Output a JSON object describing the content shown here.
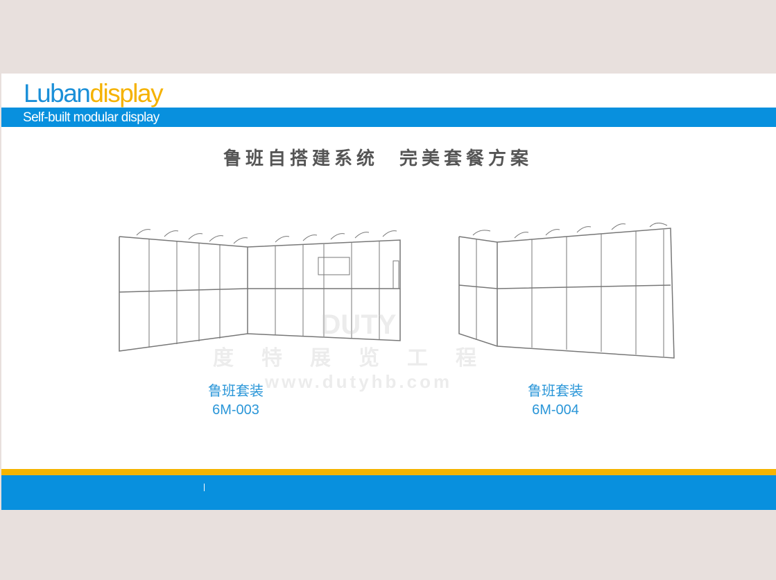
{
  "header": {
    "logo_part1": "Luban",
    "logo_part2": "display",
    "tagline": "Self-built modular display"
  },
  "title": {
    "part1": "鲁班自搭建系统",
    "part2": "完美套餐方案"
  },
  "products": [
    {
      "name": "鲁班套装",
      "code": "6M-003"
    },
    {
      "name": "鲁班套装",
      "code": "6M-004"
    }
  ],
  "watermark": {
    "brand": "DUTY",
    "cn": "度特展览工程",
    "url": "www.dutyhb.com"
  },
  "colors": {
    "blue": "#0890de",
    "yellow": "#f5b400",
    "background": "#e8e0dd"
  }
}
